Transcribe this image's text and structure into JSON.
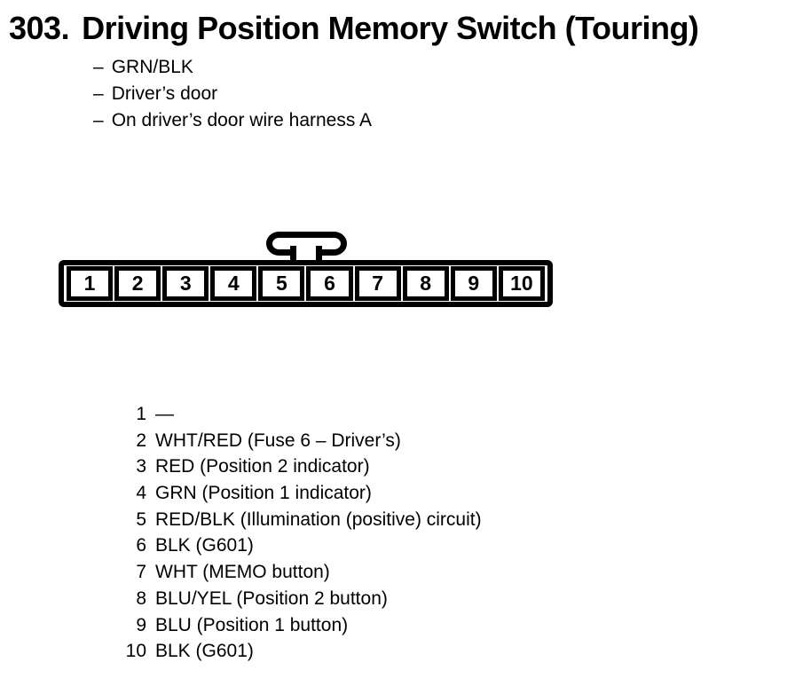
{
  "header": {
    "section_number": "303.",
    "title": "Driving Position Memory Switch (Touring)"
  },
  "details": {
    "bullet": "–",
    "items": [
      "GRN/BLK",
      "Driver’s door",
      "On driver’s door wire harness A"
    ]
  },
  "connector": {
    "cells": [
      "1",
      "2",
      "3",
      "4",
      "5",
      "6",
      "7",
      "8",
      "9",
      "10"
    ]
  },
  "pinout": [
    {
      "pin": "1",
      "wire": "—"
    },
    {
      "pin": "2",
      "wire": "WHT/RED (Fuse 6 – Driver’s)"
    },
    {
      "pin": "3",
      "wire": "RED (Position 2 indicator)"
    },
    {
      "pin": "4",
      "wire": "GRN (Position 1 indicator)"
    },
    {
      "pin": "5",
      "wire": "RED/BLK (Illumination (positive) circuit)"
    },
    {
      "pin": "6",
      "wire": "BLK (G601)"
    },
    {
      "pin": "7",
      "wire": "WHT (MEMO button)"
    },
    {
      "pin": "8",
      "wire": "BLU/YEL (Position 2 button)"
    },
    {
      "pin": "9",
      "wire": "BLU (Position 1 button)"
    },
    {
      "pin": "10",
      "wire": "BLK (G601)"
    }
  ],
  "colors": {
    "ink": "#000000",
    "paper": "#ffffff"
  }
}
